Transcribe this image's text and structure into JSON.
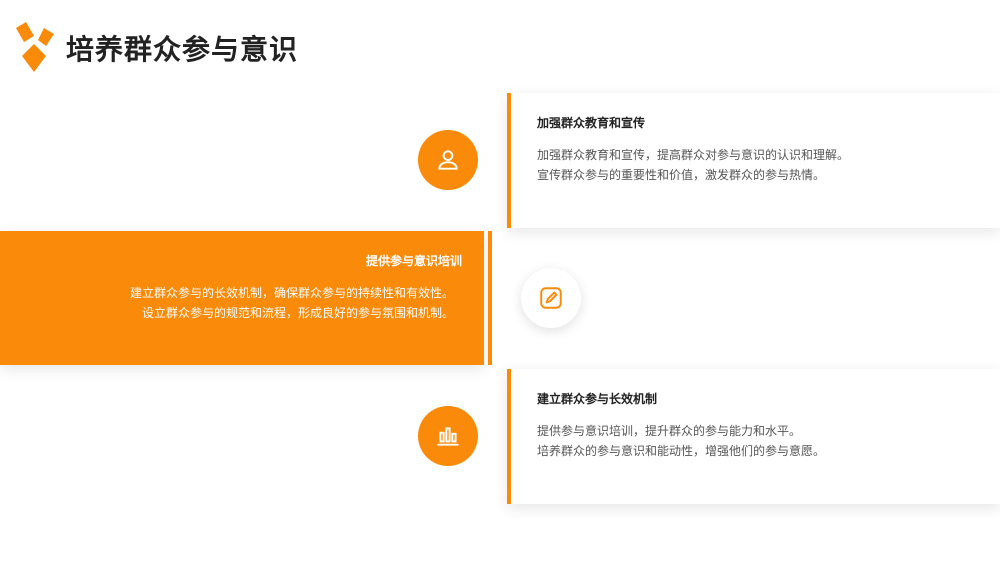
{
  "page": {
    "title": "培养群众参与意识"
  },
  "colors": {
    "accent": "#f98a0a",
    "text_dark": "#222222",
    "text_muted": "#555555"
  },
  "items": [
    {
      "icon": "user-icon",
      "heading": "加强群众教育和宣传",
      "lines": [
        "加强群众教育和宣传，提高群众对参与意识的认识和理解。",
        "宣传群众参与的重要性和价值，激发群众的参与热情。"
      ]
    },
    {
      "icon": "edit-icon",
      "heading": "提供参与意识培训",
      "lines": [
        "建立群众参与的长效机制，确保群众参与的持续性和有效性。",
        "设立群众参与的规范和流程，形成良好的参与氛围和机制。"
      ]
    },
    {
      "icon": "bar-chart-icon",
      "heading": "建立群众参与长效机制",
      "lines": [
        "提供参与意识培训，提升群众的参与能力和水平。",
        "培养群众的参与意识和能动性，增强他们的参与意愿。"
      ]
    }
  ]
}
